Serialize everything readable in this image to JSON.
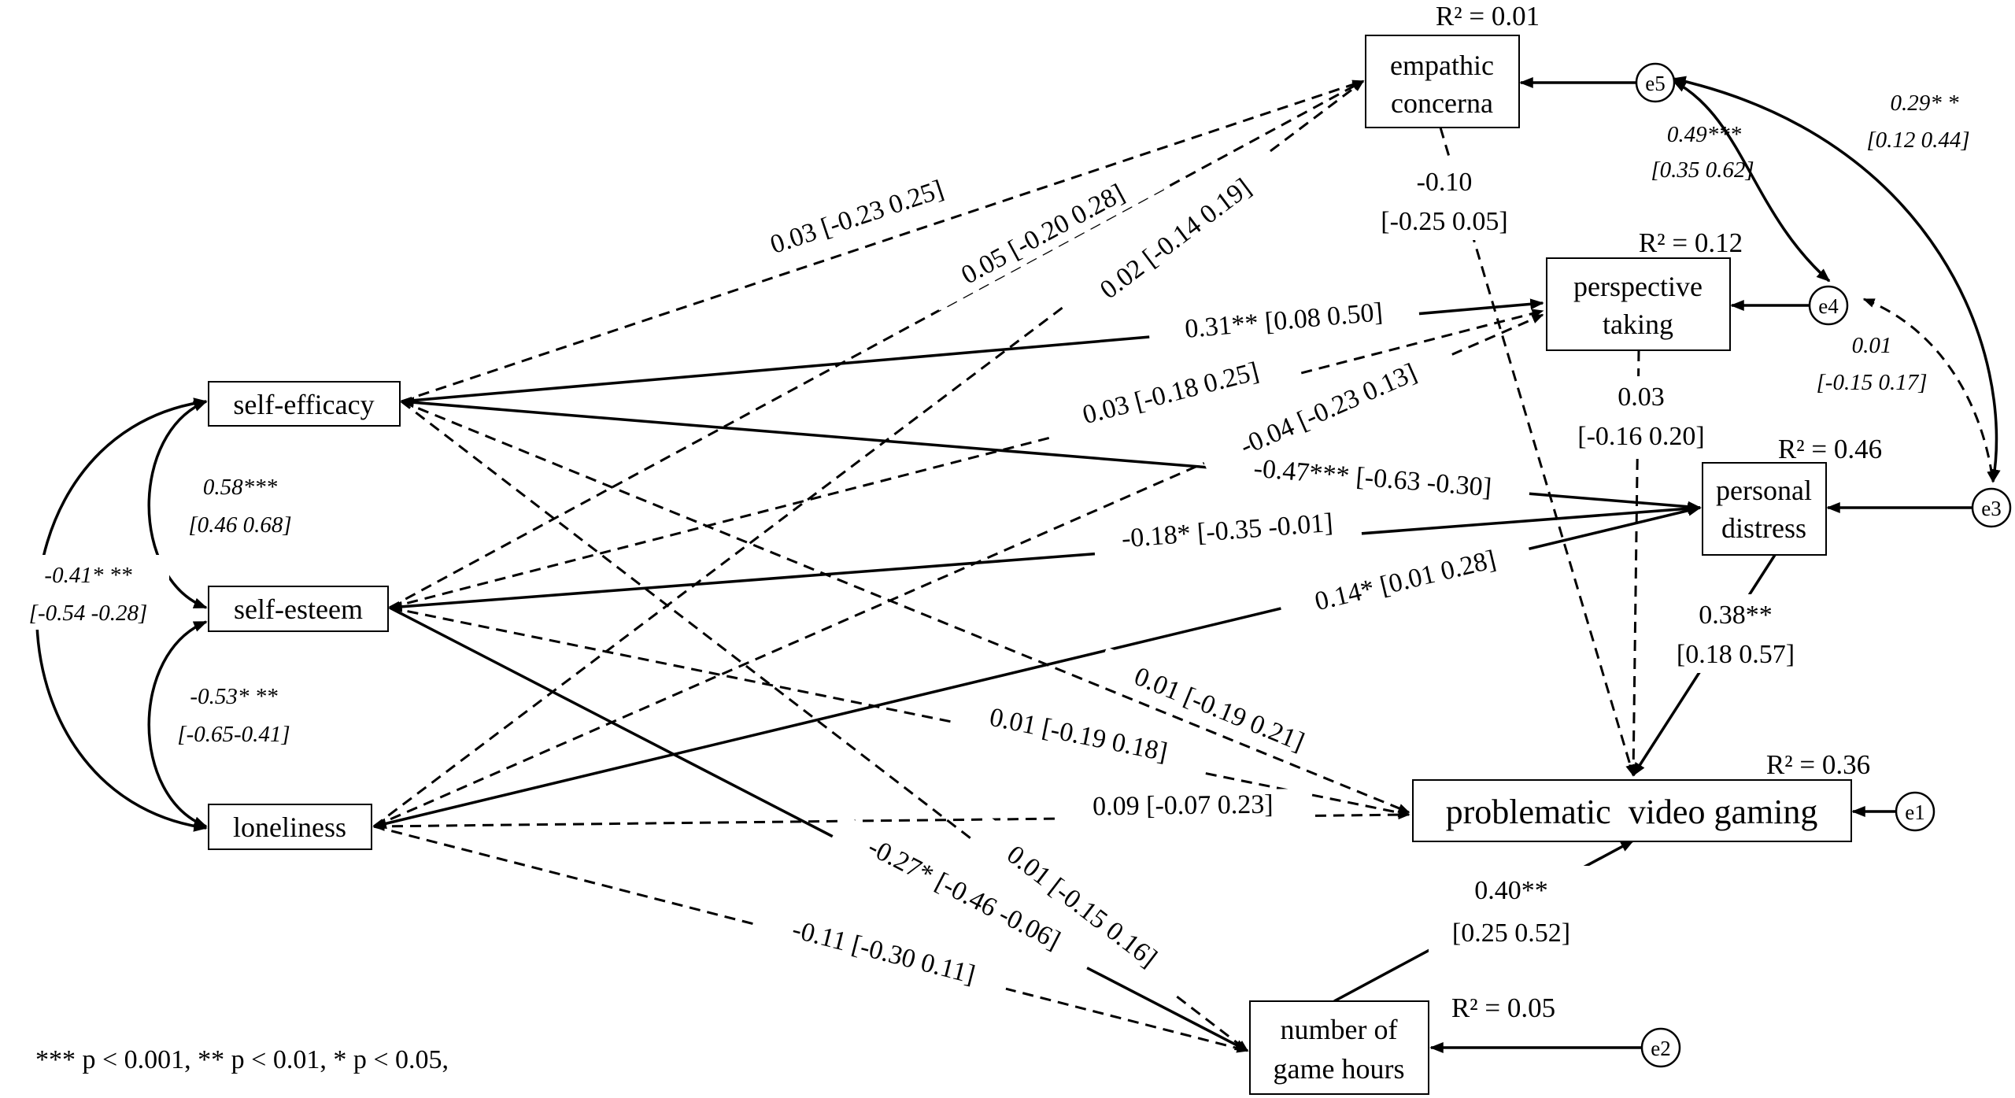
{
  "nodes": {
    "self_efficacy": "self-efficacy",
    "self_esteem": "self-esteem",
    "loneliness": "loneliness",
    "empathic_line1": "empathic",
    "empathic_line2": "concerna",
    "perspective_line1": "perspective",
    "perspective_line2": "taking",
    "distress_line1": "personal",
    "distress_line2": "distress",
    "gaming": "problematic  video gaming",
    "hours_line1": "number of",
    "hours_line2": "game hours"
  },
  "errors": {
    "e1": "e1",
    "e2": "e2",
    "e3": "e3",
    "e4": "e4",
    "e5": "e5"
  },
  "r_squared": {
    "empathic": "R² = 0.01",
    "perspective": "R² = 0.12",
    "distress": "R² = 0.46",
    "gaming": "R² = 0.36",
    "hours": "R² = 0.05"
  },
  "paths": {
    "se_emp": "0.03 [-0.23 0.25]",
    "est_emp": "0.05 [-0.20 0.28]",
    "lon_emp": "0.02 [-0.14 0.19]",
    "se_pt": "0.31** [0.08 0.50]",
    "est_pt": "0.03 [-0.18 0.25]",
    "lon_pt": "-0.04 [-0.23 0.13]",
    "se_pd": "-0.47*** [-0.63 -0.30]",
    "est_pd": "-0.18* [-0.35 -0.01]",
    "lon_pd": "0.14* [0.01 0.28]",
    "se_pvg": "0.01 [-0.19 0.21]",
    "est_pvg": "0.01 [-0.19 0.18]",
    "lon_pvg": "0.09 [-0.07 0.23]",
    "se_gh": "0.01 [-0.15 0.16]",
    "est_gh": "-0.27* [-0.46 -0.06]",
    "lon_gh": "-0.11 [-0.30 0.11]",
    "emp_pvg_1": "-0.10",
    "emp_pvg_2": "[-0.25 0.05]",
    "pt_pvg_1": "0.03",
    "pt_pvg_2": "[-0.16 0.20]",
    "pd_pvg_1": "0.38**",
    "pd_pvg_2": "[0.18 0.57]",
    "gh_pvg_1": "0.40**",
    "gh_pvg_2": "[0.25 0.52]"
  },
  "correlations": {
    "se_est_1": "0.58***",
    "se_est_2": "[0.46 0.68]",
    "se_lon_1": "-0.41* **",
    "se_lon_2": "[-0.54 -0.28]",
    "est_lon_1": "-0.53* **",
    "est_lon_2": "[-0.65-0.41]",
    "e5_e4_1": "0.49***",
    "e5_e4_2": "[0.35 0.62]",
    "e5_e3_1": "0.29* *",
    "e5_e3_2": "[0.12 0.44]",
    "e4_e3_1": "0.01",
    "e4_e3_2": "[-0.15 0.17]"
  },
  "footnote": "*** p < 0.001, ** p < 0.01, * p < 0.05,"
}
